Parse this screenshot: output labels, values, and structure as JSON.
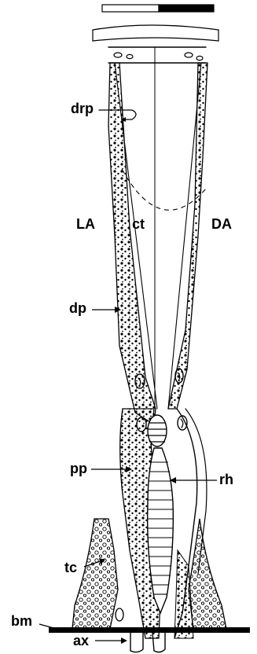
{
  "figure": {
    "scale_bar": {
      "segments": [
        "white",
        "black"
      ]
    },
    "labels": {
      "drp": "drp",
      "la": "LA",
      "ct": "ct",
      "da": "DA",
      "dp": "dp",
      "pp": "pp",
      "rh": "rh",
      "tc": "tc",
      "bm": "bm",
      "ax": "ax"
    },
    "colors": {
      "ink": "#000000",
      "paper": "#ffffff"
    }
  }
}
